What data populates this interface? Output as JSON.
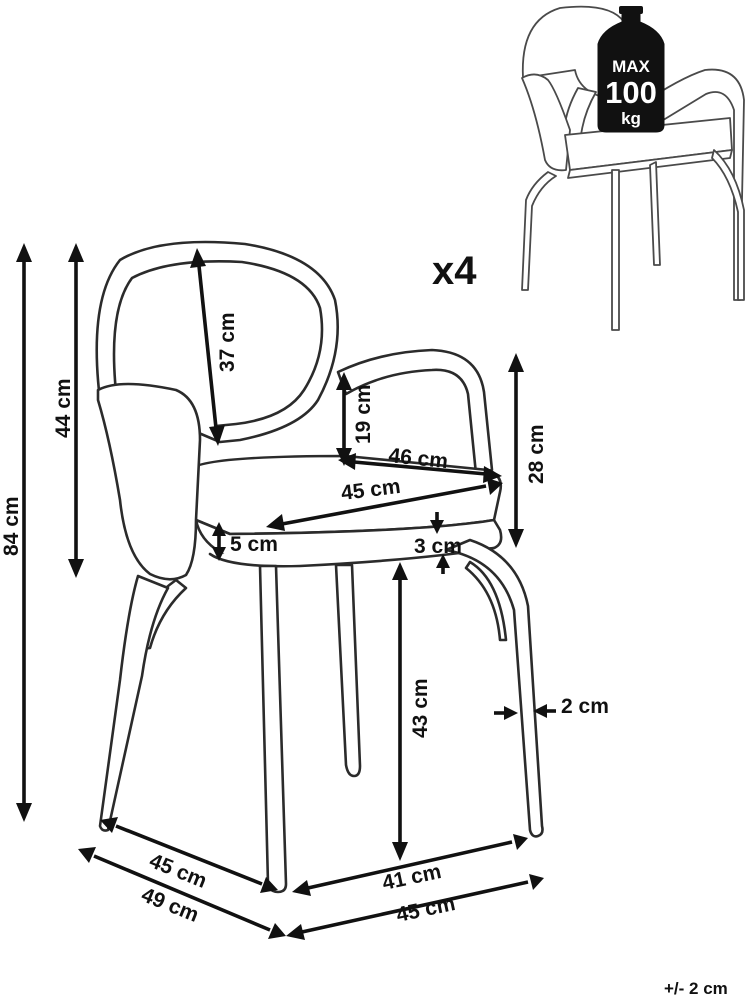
{
  "quantity": "x4",
  "max_load": {
    "line1": "MAX",
    "line2": "100",
    "line3": "kg"
  },
  "tolerance": "+/- 2 cm",
  "dimensions": {
    "total_height": "84 cm",
    "back_height": "44 cm",
    "backrest_height": "37 cm",
    "armrest_height": "19 cm",
    "seat_to_arm_height": "28 cm",
    "arm_width": "46 cm",
    "seat_width": "45 cm",
    "seat_thickness": "5 cm",
    "seat_frame": "3 cm",
    "seat_height": "43 cm",
    "leg_thickness": "2 cm",
    "depth_inner": "45 cm",
    "depth_outer": "49 cm",
    "width_inner": "41 cm",
    "width_outer": "45 cm"
  }
}
